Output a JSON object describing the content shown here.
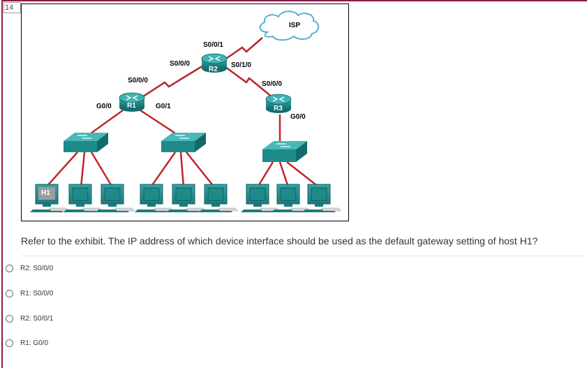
{
  "question_number": "14",
  "exhibit": {
    "isp_label": "ISP",
    "routers": {
      "r1": "R1",
      "r2": "R2",
      "r3": "R3"
    },
    "interfaces": {
      "r2_s001": "S0/0/1",
      "r2_s000": "S0/0/0",
      "r2_s010": "S0/1/0",
      "r1_s000": "S0/0/0",
      "r1_g00": "G0/0",
      "r1_g01": "G0/1",
      "r3_s000": "S0/0/0",
      "r3_g00": "G0/0"
    },
    "host_label": "H1"
  },
  "question_text": "Refer to the exhibit. The IP address of which device interface should be used as the default gateway setting of host H1?",
  "options": [
    {
      "label": "R2: S0/0/0"
    },
    {
      "label": "R1: S0/0/0"
    },
    {
      "label": "R2: S0/0/1"
    },
    {
      "label": "R1: G0/0"
    }
  ],
  "colors": {
    "device_teal": "#1f8a8a",
    "link_red": "#c0262a",
    "serial_red": "#b4262a",
    "cloud_blue": "#5aaed6",
    "accent_border": "#8b1a4a"
  }
}
